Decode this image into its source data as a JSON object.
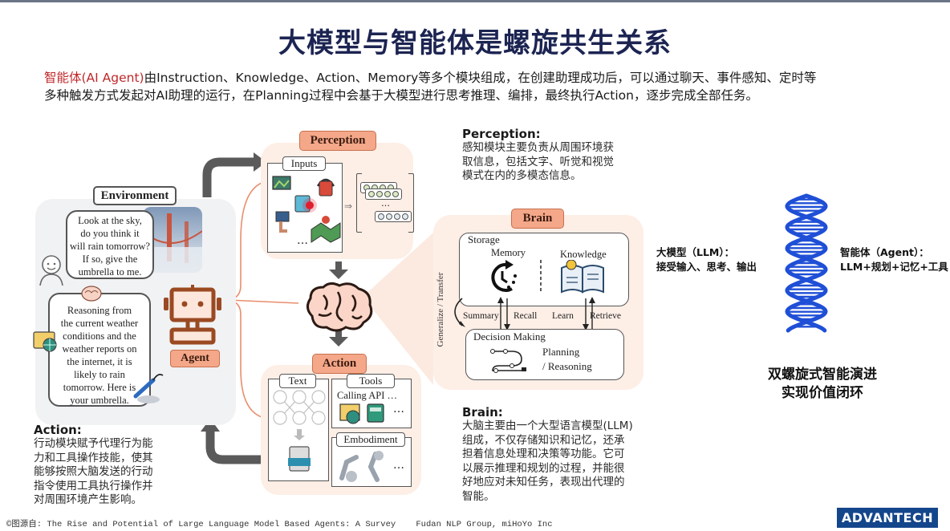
{
  "header": {
    "title": "大模型与智能体是螺旋共生关系",
    "intro_highlight": "智能体(AI Agent)",
    "intro_line1_rest": "由Instruction、Knowledge、Action、Memory等多个模块组成，在创建助理成功后，可以通过聊天、事件感知、定时等",
    "intro_line2": "多种触发方式发起对AI助理的运行，在Planning过程中会基于大模型进行思考推理、编排，最终执行Action，逐步完成全部任务。"
  },
  "diagram": {
    "environment": {
      "label": "Environment",
      "user_bubble": [
        "Look at the sky,",
        "do you think it",
        "will rain tomorrow?",
        "If so, give the",
        "umbrella to me."
      ],
      "agent_bubble": [
        "Reasoning from",
        "the current weather",
        "conditions and the",
        "weather reports on",
        "the internet, it is",
        "likely to rain",
        "tomorrow. Here is",
        "your umbrella."
      ],
      "agent_label": "Agent"
    },
    "perception": {
      "label": "Perception",
      "inputs_label": "Inputs",
      "ellipsis": "…",
      "vec_ellipsis": "…"
    },
    "brain": {
      "label": "Brain",
      "storage_label": "Storage",
      "memory_label": "Memory",
      "knowledge_label": "Knowledge",
      "summary": "Summary",
      "recall": "Recall",
      "learn": "Learn",
      "retrieve": "Retrieve",
      "decision_label": "Decision Making",
      "planning": "Planning",
      "reasoning": "/ Reasoning",
      "generalize": "Generalize / Transfer"
    },
    "action": {
      "label": "Action",
      "text_label": "Text",
      "tools_label": "Tools",
      "tools_sub": "Calling API …",
      "embodiment_label": "Embodiment",
      "ellipsis": "…"
    }
  },
  "descriptions": {
    "perception": {
      "heading": "Perception:",
      "lines": [
        "感知模块主要负责从周围环境获",
        "取信息，包括文字、听觉和视觉",
        "模式在内的多模态信息。"
      ]
    },
    "brain": {
      "heading": "Brain:",
      "lines": [
        "大脑主要由一个大型语言模型(LLM)",
        "组成，不仅存储知识和记忆，还承",
        "担着信息处理和决策等功能。它可",
        "以展示推理和规划的过程，并能很",
        "好地应对未知任务，表现出代理的",
        "智能。"
      ]
    },
    "action": {
      "heading": "Action:",
      "lines": [
        "行动模块赋予代理行为能",
        "力和工具操作技能，使其",
        "能够按照大脑发送的行动",
        "指令使用工具执行操作并",
        "对周围环境产生影响。"
      ]
    }
  },
  "helix": {
    "llm_title": "大模型（LLM）：",
    "llm_desc": "接受输入、思考、输出",
    "agent_title": "智能体（Agent）：",
    "agent_desc": "LLM+规划+记忆+工具",
    "closing_line1": "双螺旋式智能演进",
    "closing_line2": "实现价值闭环",
    "color": "#1f4fd6"
  },
  "footer": {
    "source": "©图源自: The Rise and Potential of Large Language Model Based Agents: A Survey    Fudan NLP Group, miHoYo Inc",
    "logo": "ADVANTECH"
  },
  "colors": {
    "title": "#1c2452",
    "highlight": "#c0282a",
    "tag_fill": "#f4a889",
    "section_bg": "#fdeee6",
    "logo_bg": "#14468c"
  }
}
